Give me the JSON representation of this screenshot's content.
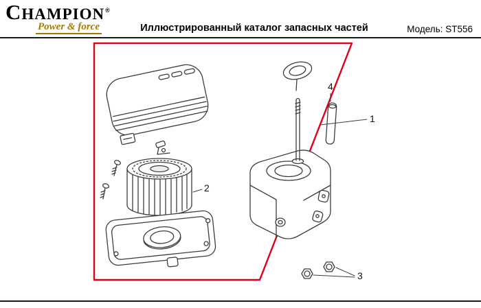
{
  "header": {
    "brand": "CHAMPION",
    "registered_mark": "®",
    "tagline": "Power & force",
    "brand_color": "#a67c00",
    "title": "Иллюстрированный каталог запасных частей",
    "model": "Модель: ST556"
  },
  "diagram": {
    "frame_color": "#e0001a",
    "callouts": [
      "1",
      "2",
      "3",
      "4"
    ]
  }
}
